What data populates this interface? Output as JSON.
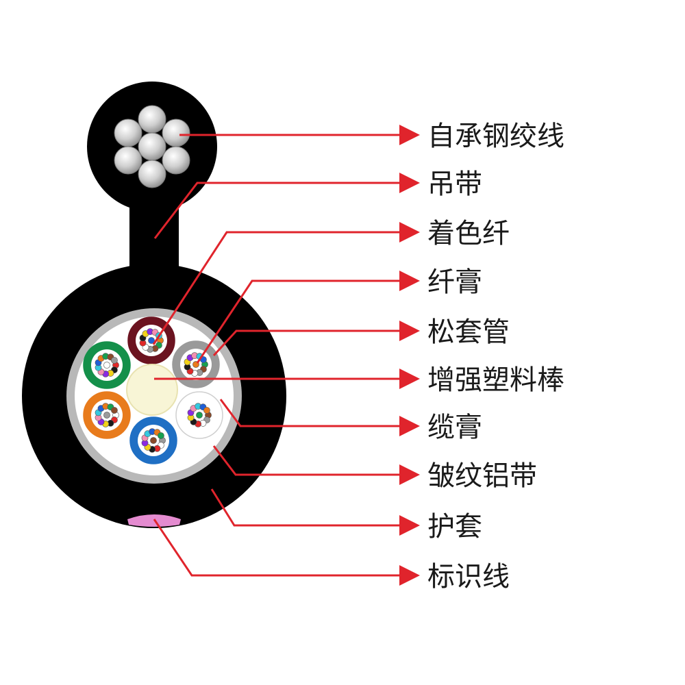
{
  "labels": {
    "strand": "自承钢绞线",
    "neck": "吊带",
    "colored_fiber": "着色纤",
    "fiber_gel": "纤膏",
    "loose_tube": "松套管",
    "strength_member": "增强塑料棒",
    "cable_gel": "缆膏",
    "aluminum_tape": "皱纹铝带",
    "sheath": "护套",
    "marker": "标识线"
  },
  "colors": {
    "leader": "#e0242c",
    "jacket": "#000000",
    "tape": "#b8b8b8",
    "strength_member": "#f8f5d6",
    "marker": "#e48bd0",
    "tubes": [
      "#6b1320",
      "#9a9a9a",
      "#ffffff",
      "#1f6fc4",
      "#e87b1c",
      "#14904a"
    ]
  }
}
